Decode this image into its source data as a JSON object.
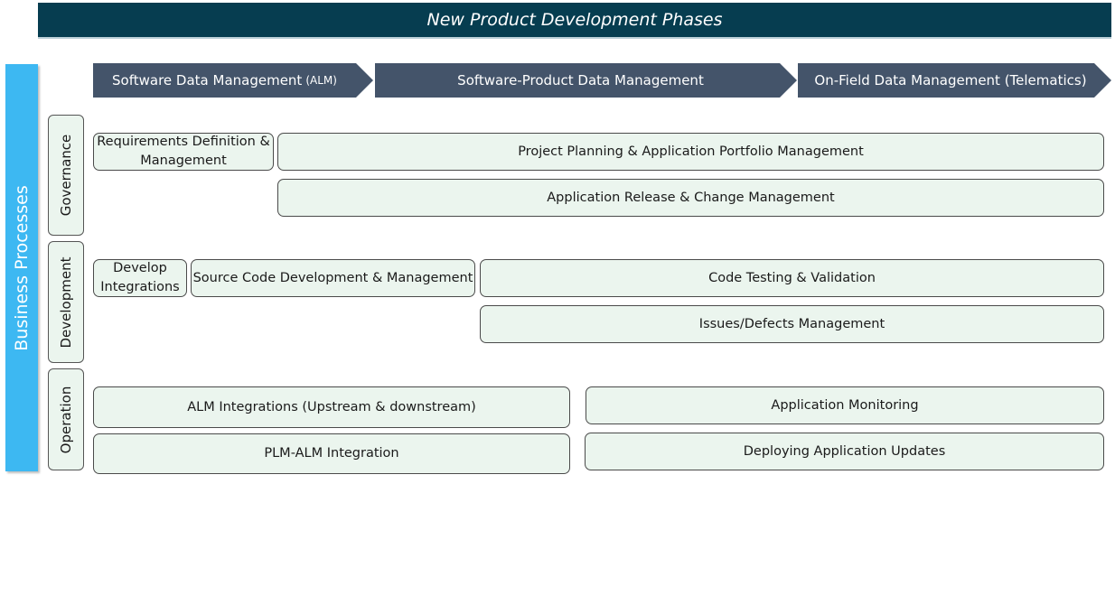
{
  "title": "New Product Development Phases",
  "sidebar": {
    "label": "Business Processes"
  },
  "categories": {
    "governance": "Governance",
    "development": "Development",
    "operation": "Operation"
  },
  "phases": {
    "alm": {
      "label": "Software Data Management",
      "suffix": "(ALM)"
    },
    "product": {
      "label": "Software-Product Data Management"
    },
    "telematics": {
      "label": "On-Field Data Management (Telematics)"
    }
  },
  "governance": {
    "requirements": "Requirements Definition & Management",
    "portfolio": "Project Planning & Application Portfolio Management",
    "release": "Application Release & Change Management"
  },
  "development": {
    "integrations": "Develop Integrations",
    "source_code": "Source Code Development & Management",
    "testing": "Code Testing & Validation",
    "issues": "Issues/Defects Management"
  },
  "operation": {
    "alm_integrations": "ALM Integrations (Upstream & downstream)",
    "plm_alm": "PLM-ALM Integration",
    "monitoring": "Application Monitoring",
    "deploying": "Deploying Application Updates"
  },
  "colors": {
    "title_bg": "#063d50",
    "sidebar_bg": "#3db8f2",
    "phase_bg": "#44546a",
    "box_bg": "#ebf5ee"
  }
}
